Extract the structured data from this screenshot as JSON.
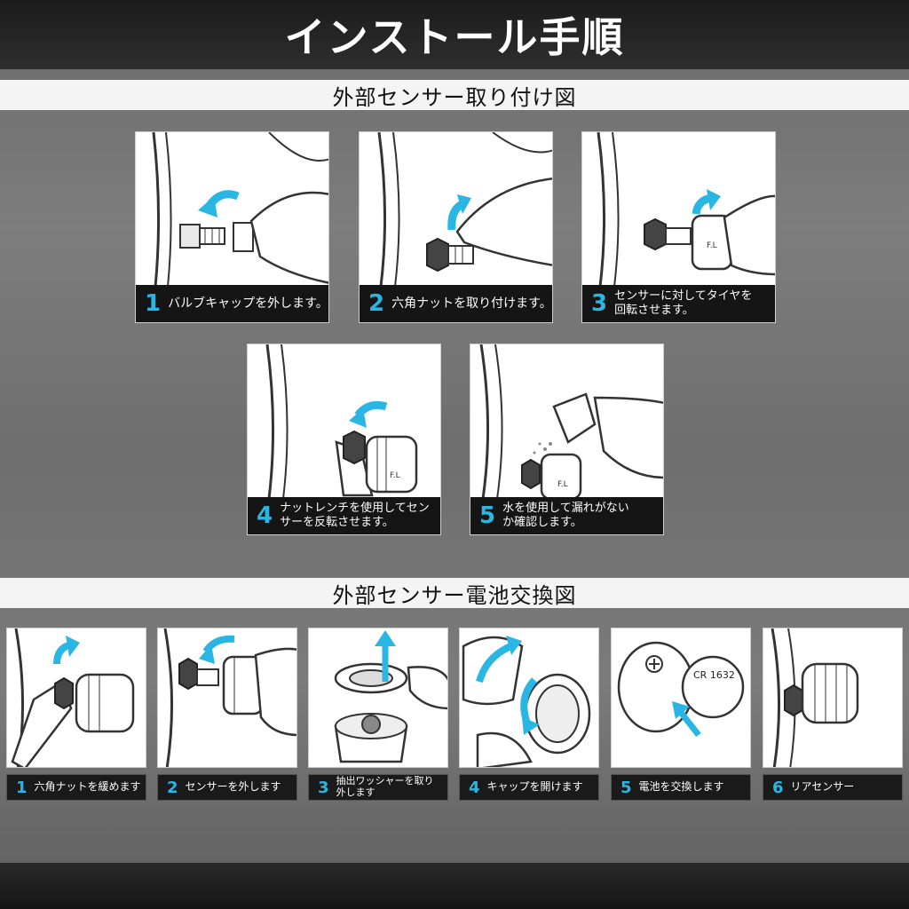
{
  "title": "インストール手順",
  "section1": {
    "heading": "外部センサー取り付け図",
    "steps": [
      {
        "num": "1",
        "text": "バルブキャップを外します。"
      },
      {
        "num": "2",
        "text": "六角ナットを取り付けます。"
      },
      {
        "num": "3",
        "text": "センサーに対してタイヤを回転させます。"
      },
      {
        "num": "4",
        "text": "ナットレンチを使用してセンサーを反転させます。"
      },
      {
        "num": "5",
        "text": "水を使用して漏れがないか確認します。"
      }
    ],
    "sensor_label": "F.L"
  },
  "section2": {
    "heading": "外部センサー電池交換図",
    "steps": [
      {
        "num": "1",
        "text": "六角ナットを緩めます"
      },
      {
        "num": "2",
        "text": "センサーを外します"
      },
      {
        "num": "3",
        "text": "抽出ワッシャーを取り外します"
      },
      {
        "num": "4",
        "text": "キャップを開けます"
      },
      {
        "num": "5",
        "text": "電池を交換します"
      },
      {
        "num": "6",
        "text": "リアセンサー"
      }
    ],
    "battery_label": "CR 1632"
  },
  "colors": {
    "accent": "#2ab6e3",
    "caption_bg": "#151515",
    "header_bg": "#222222"
  }
}
